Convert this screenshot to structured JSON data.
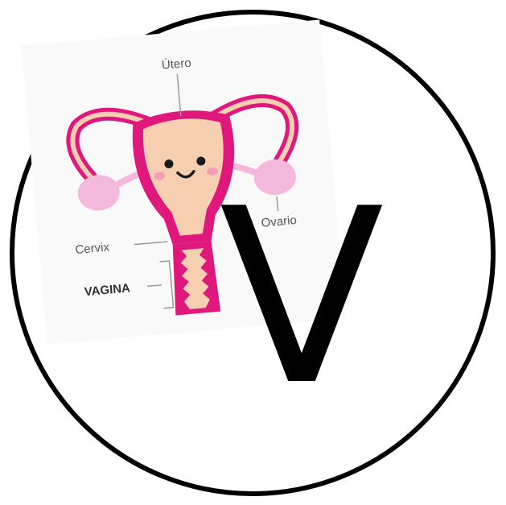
{
  "diagram": {
    "labels": {
      "uterus": "Útero",
      "ovary": "Ovario",
      "cervix": "Cervix",
      "vagina": "VAGINA"
    }
  },
  "badge": {
    "letter": "V"
  },
  "colors": {
    "outline": "#000000",
    "magenta": "#e0177d",
    "skin": "#f6cfb0",
    "ovary": "#f4b8dc",
    "cheek": "#f59db6",
    "leader_line": "#9a9a9a"
  }
}
